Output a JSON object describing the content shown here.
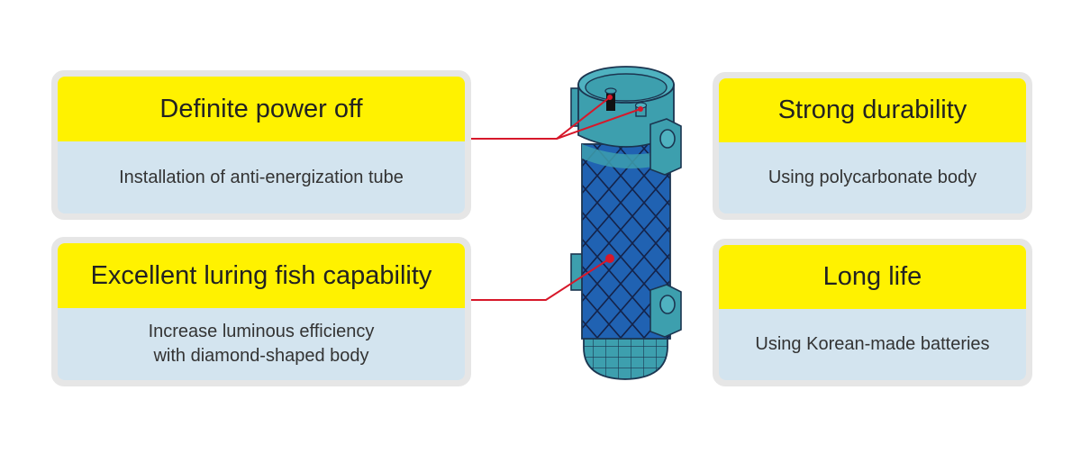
{
  "features": [
    {
      "title": "Definite power off",
      "description": "Installation of anti-energization tube"
    },
    {
      "title": "Excellent luring fish capability",
      "description": "Increase luminous efficiency\nwith diamond-shaped body"
    },
    {
      "title": "Strong durability",
      "description": "Using polycarbonate body"
    },
    {
      "title": "Long life",
      "description": "Using Korean-made batteries"
    }
  ],
  "colors": {
    "title_bg": "#fff200",
    "description_bg": "#d3e4ef",
    "card_border": "#e6e6e6",
    "leader_line": "#d7182a",
    "device_body": "#2062b2",
    "device_cap": "#3d9fae"
  },
  "illustration": "cylindrical-fishing-light-device-icon"
}
